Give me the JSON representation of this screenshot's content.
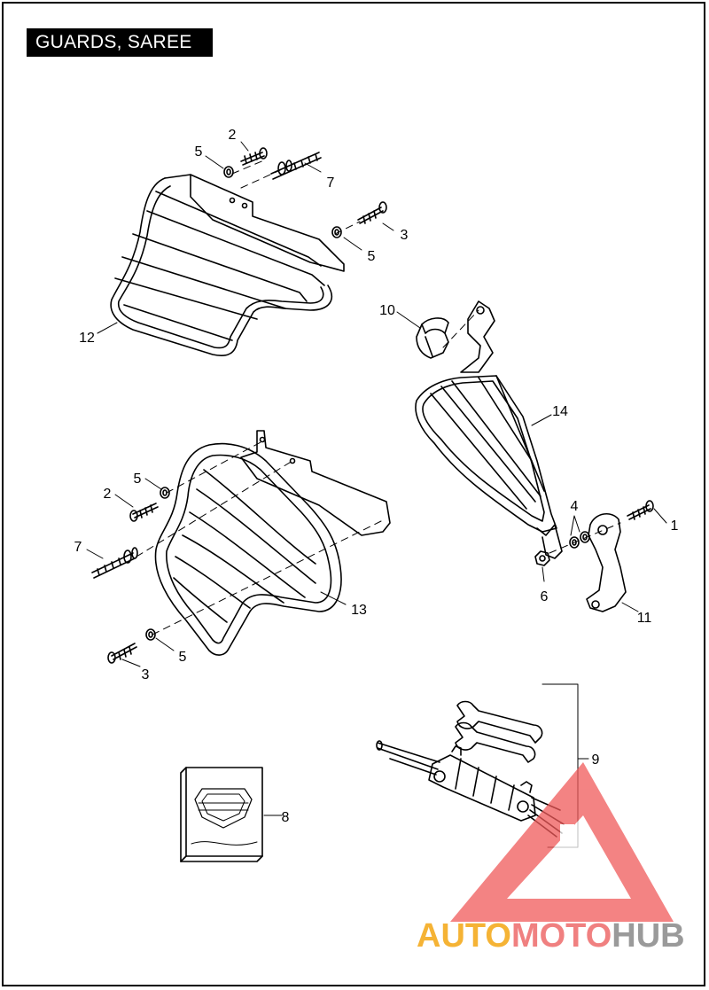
{
  "title": "GUARDS, SAREE",
  "callouts": {
    "c1": "1",
    "c2a": "2",
    "c2b": "2",
    "c3a": "3",
    "c3b": "3",
    "c4": "4",
    "c5a": "5",
    "c5b": "5",
    "c5c": "5",
    "c5d": "5",
    "c6": "6",
    "c7a": "7",
    "c7b": "7",
    "c8": "8",
    "c9": "9",
    "c10": "10",
    "c11": "11",
    "c12": "12",
    "c13": "13",
    "c14": "14"
  },
  "watermark": {
    "part1": "AUTO",
    "part2": "MOTO",
    "part3": "HUB",
    "color_part1": "#f5b335",
    "color_part2": "#f08080",
    "color_part3": "#9a9a9a"
  },
  "colors": {
    "line": "#000000",
    "watermark_triangle": "#f05a5a"
  }
}
